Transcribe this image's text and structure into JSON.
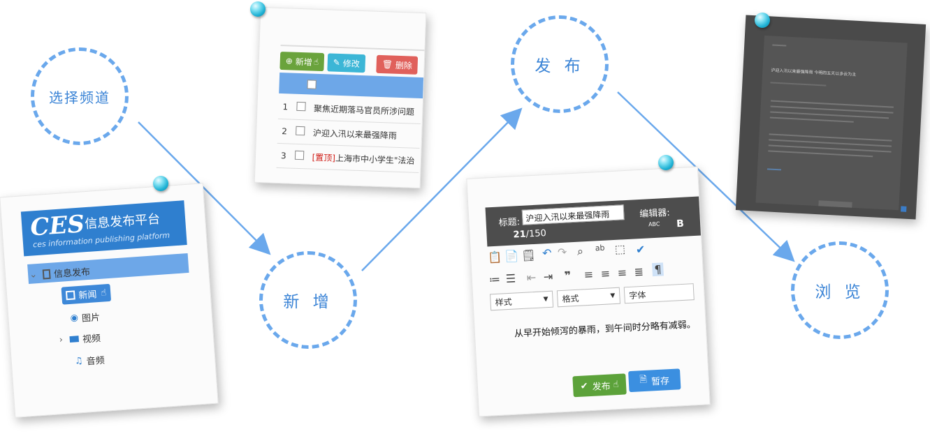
{
  "steps": {
    "select_channel": "选择频道",
    "add_new": "新 增",
    "publish": "发 布",
    "browse": "浏 览"
  },
  "card1": {
    "logo": "CES",
    "title": "信息发布平台",
    "subtitle": "ces information publishing platform",
    "tree_root": "信息发布",
    "items": [
      "新闻",
      "图片",
      "视频",
      "音频"
    ]
  },
  "card2": {
    "buttons": {
      "add": "新增",
      "edit": "修改",
      "delete": "删除"
    },
    "rows": [
      {
        "num": "1",
        "title": "聚焦近期落马官员所涉问题",
        "tag": ""
      },
      {
        "num": "2",
        "title": "沪迎入汛以来最强降雨",
        "tag": ""
      },
      {
        "num": "3",
        "title": "上海市中小学生\"法治",
        "tag": "[置顶]"
      }
    ]
  },
  "card3": {
    "title_label": "标题:",
    "title_value": "沪迎入汛以来最强降雨",
    "editor_label": "编辑器:",
    "char_count": "21",
    "char_max": "/150",
    "abc_label": "ABC",
    "selects": {
      "style": "样式",
      "format": "格式",
      "font": "字体"
    },
    "body_text": "从早开始倾泻的暴雨，到午间时分略有减弱。",
    "publish_btn": "发布",
    "save_btn": "暂存"
  },
  "card4": {
    "headline": "沪迎入汛以来最强降雨 今明四五天以多云为主"
  },
  "colors": {
    "accent_blue": "#6aa8ec",
    "header_blue": "#2f7fcf",
    "green": "#6aa33c",
    "cyan": "#3cb6d6",
    "red": "#e0605b"
  }
}
